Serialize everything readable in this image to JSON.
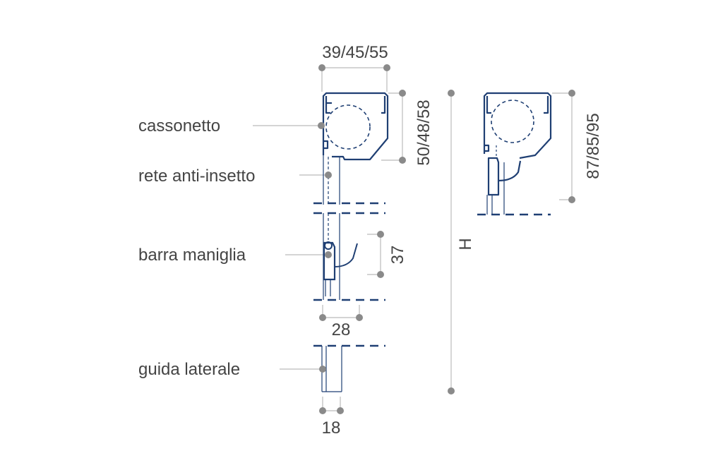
{
  "labels": {
    "cassonetto": "cassonetto",
    "rete": "rete anti-insetto",
    "barra": "barra maniglia",
    "guida": "guida laterale"
  },
  "dimensions": {
    "top_width": "39/45/55",
    "box_height": "50/48/58",
    "handle_height": "37",
    "handle_width": "28",
    "guide_width": "18",
    "total_height": "H",
    "alt_box_height": "87/85/95"
  },
  "colors": {
    "profile": "#1f3f73",
    "dimension_line": "#bbbbbb",
    "dot": "#8a8a8a",
    "text": "#444444"
  }
}
